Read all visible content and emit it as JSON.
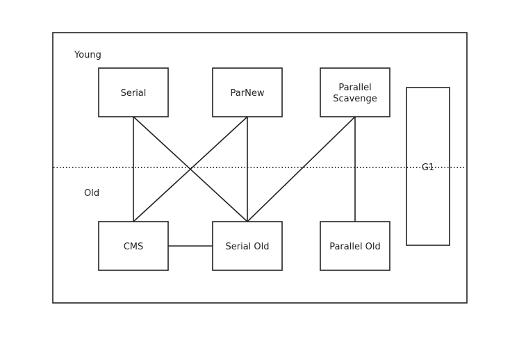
{
  "regions": {
    "young_label": "Young",
    "old_label": "Old"
  },
  "nodes": {
    "serial": "Serial",
    "parnew": "ParNew",
    "parallel_scavenge_line1": "Parallel",
    "parallel_scavenge_line2": "Scavenge",
    "cms": "CMS",
    "serial_old": "Serial Old",
    "parallel_old": "Parallel Old",
    "g1": "G1"
  },
  "edges": [
    {
      "from": "serial",
      "to": "cms"
    },
    {
      "from": "serial",
      "to": "serial_old"
    },
    {
      "from": "parnew",
      "to": "cms"
    },
    {
      "from": "parnew",
      "to": "serial_old"
    },
    {
      "from": "parallel_scavenge",
      "to": "serial_old"
    },
    {
      "from": "parallel_scavenge",
      "to": "parallel_old"
    },
    {
      "from": "cms",
      "to": "serial_old"
    }
  ],
  "colors": {
    "stroke": "#222222",
    "background": "#ffffff"
  }
}
